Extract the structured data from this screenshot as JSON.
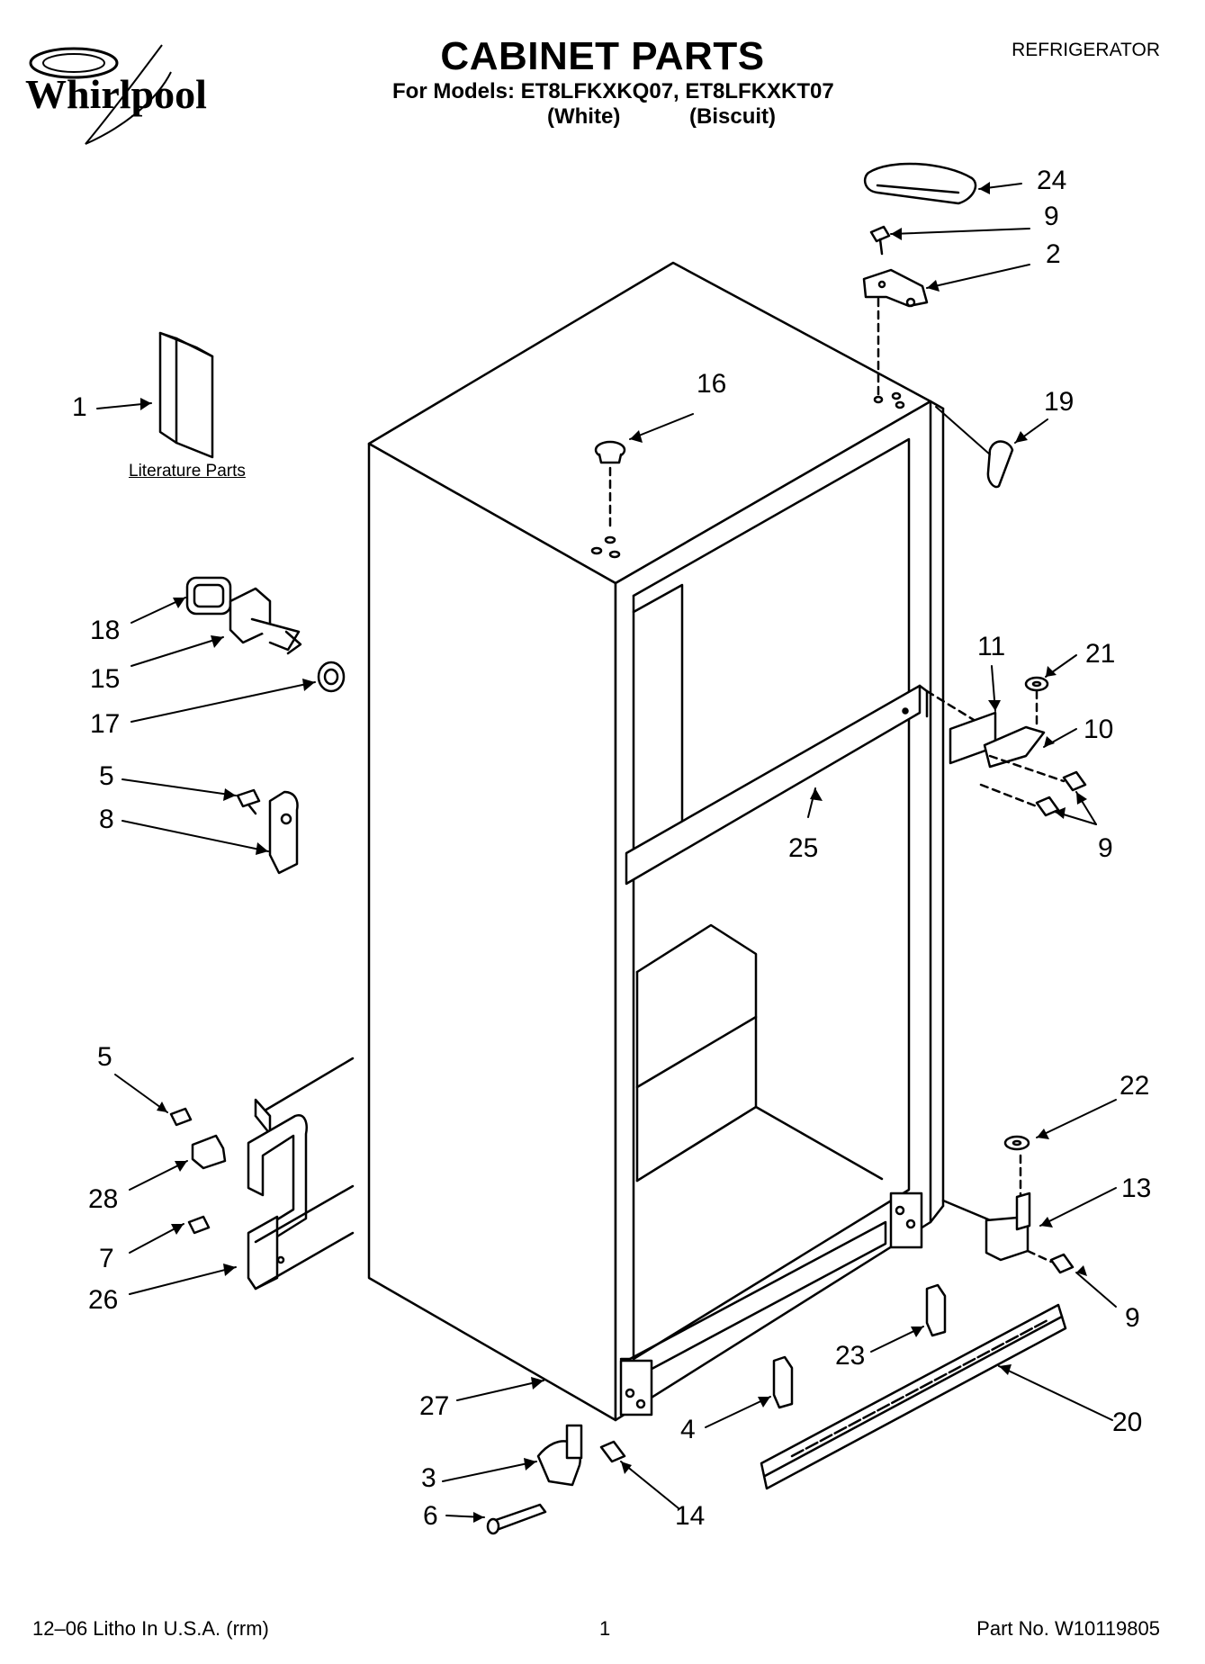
{
  "header": {
    "brand": "Whirlpool",
    "title": "CABINET PARTS",
    "category": "REFRIGERATOR",
    "models_line": "For Models: ET8LFKXKQ07, ET8LFKXKT07",
    "variant_1": "(White)",
    "variant_2": "(Biscuit)"
  },
  "literature_label": "Literature Parts",
  "callouts": {
    "c1": "1",
    "c2": "2",
    "c3": "3",
    "c4": "4",
    "c5a": "5",
    "c5b": "5",
    "c6": "6",
    "c7": "7",
    "c8": "8",
    "c9a": "9",
    "c9b": "9",
    "c9c": "9",
    "c10": "10",
    "c11": "11",
    "c13": "13",
    "c14": "14",
    "c15": "15",
    "c16": "16",
    "c17": "17",
    "c18": "18",
    "c19": "19",
    "c20": "20",
    "c21": "21",
    "c22": "22",
    "c23": "23",
    "c24": "24",
    "c25": "25",
    "c26": "26",
    "c27": "27",
    "c28": "28"
  },
  "footer": {
    "litho": "12–06 Litho In U.S.A. (rrm)",
    "page": "1",
    "part_no": "Part No. W10119805"
  }
}
